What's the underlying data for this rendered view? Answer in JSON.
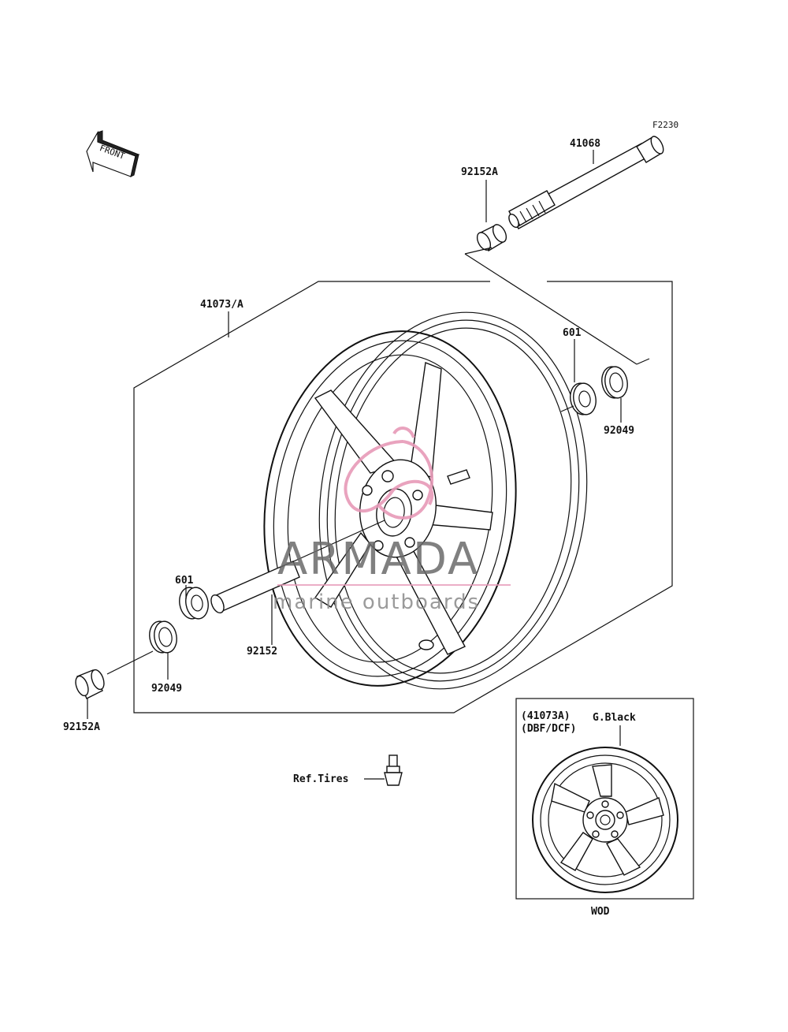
{
  "diagram": {
    "code": "F2230",
    "front_arrow": "FRONT",
    "labels": {
      "axle": "41068",
      "collar_top": "92152A",
      "wheel": "41073/A",
      "bearing_right": "601",
      "seal_right": "92049",
      "bearing_left": "601",
      "spacer": "92152",
      "seal_left": "92049",
      "collar_bottom": "92152A",
      "valve": "Ref.Tires"
    },
    "inset": {
      "part": "(41073A)",
      "variant": "(DBF/DCF)",
      "color": "G.Black",
      "caption": "WOD"
    }
  },
  "watermark": {
    "brand": "ARMADA",
    "tagline": "marine outboards",
    "accent": "#e79ab8",
    "text_color": "#6b6b6b"
  }
}
